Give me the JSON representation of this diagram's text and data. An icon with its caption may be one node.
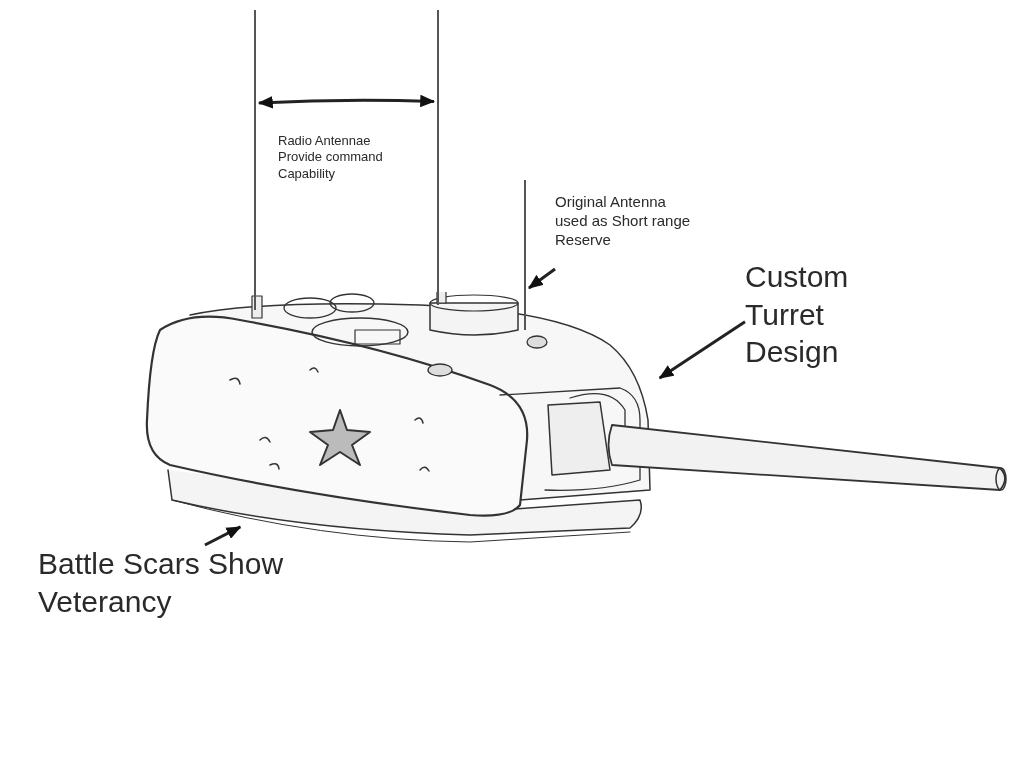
{
  "diagram": {
    "nodes": [
      {
        "text": [
          "Radio Antennae Provide command Capability"
        ]
      },
      {
        "text": [
          "Original Antenna used as Short range Reserve"
        ]
      },
      {
        "text": [
          "Custom Turret Design"
        ]
      },
      {
        "text": [
          "Battle Scars Show Veterancy"
        ]
      },
      {
        "text": [],
        "shape": "picture"
      },
      {
        "text": [],
        "shape": "bar"
      },
      {
        "text": [],
        "shape": "bar"
      },
      {
        "text": [],
        "shape": "bar"
      }
    ],
    "edges": [
      {
        "from": 5,
        "to": 6,
        "arrow": "both"
      },
      {
        "from": 1,
        "to": 7,
        "arrow": "to"
      },
      {
        "from": 2,
        "to": 4,
        "arrow": "to"
      },
      {
        "from": 3,
        "to": 4,
        "arrow": "to"
      }
    ]
  }
}
